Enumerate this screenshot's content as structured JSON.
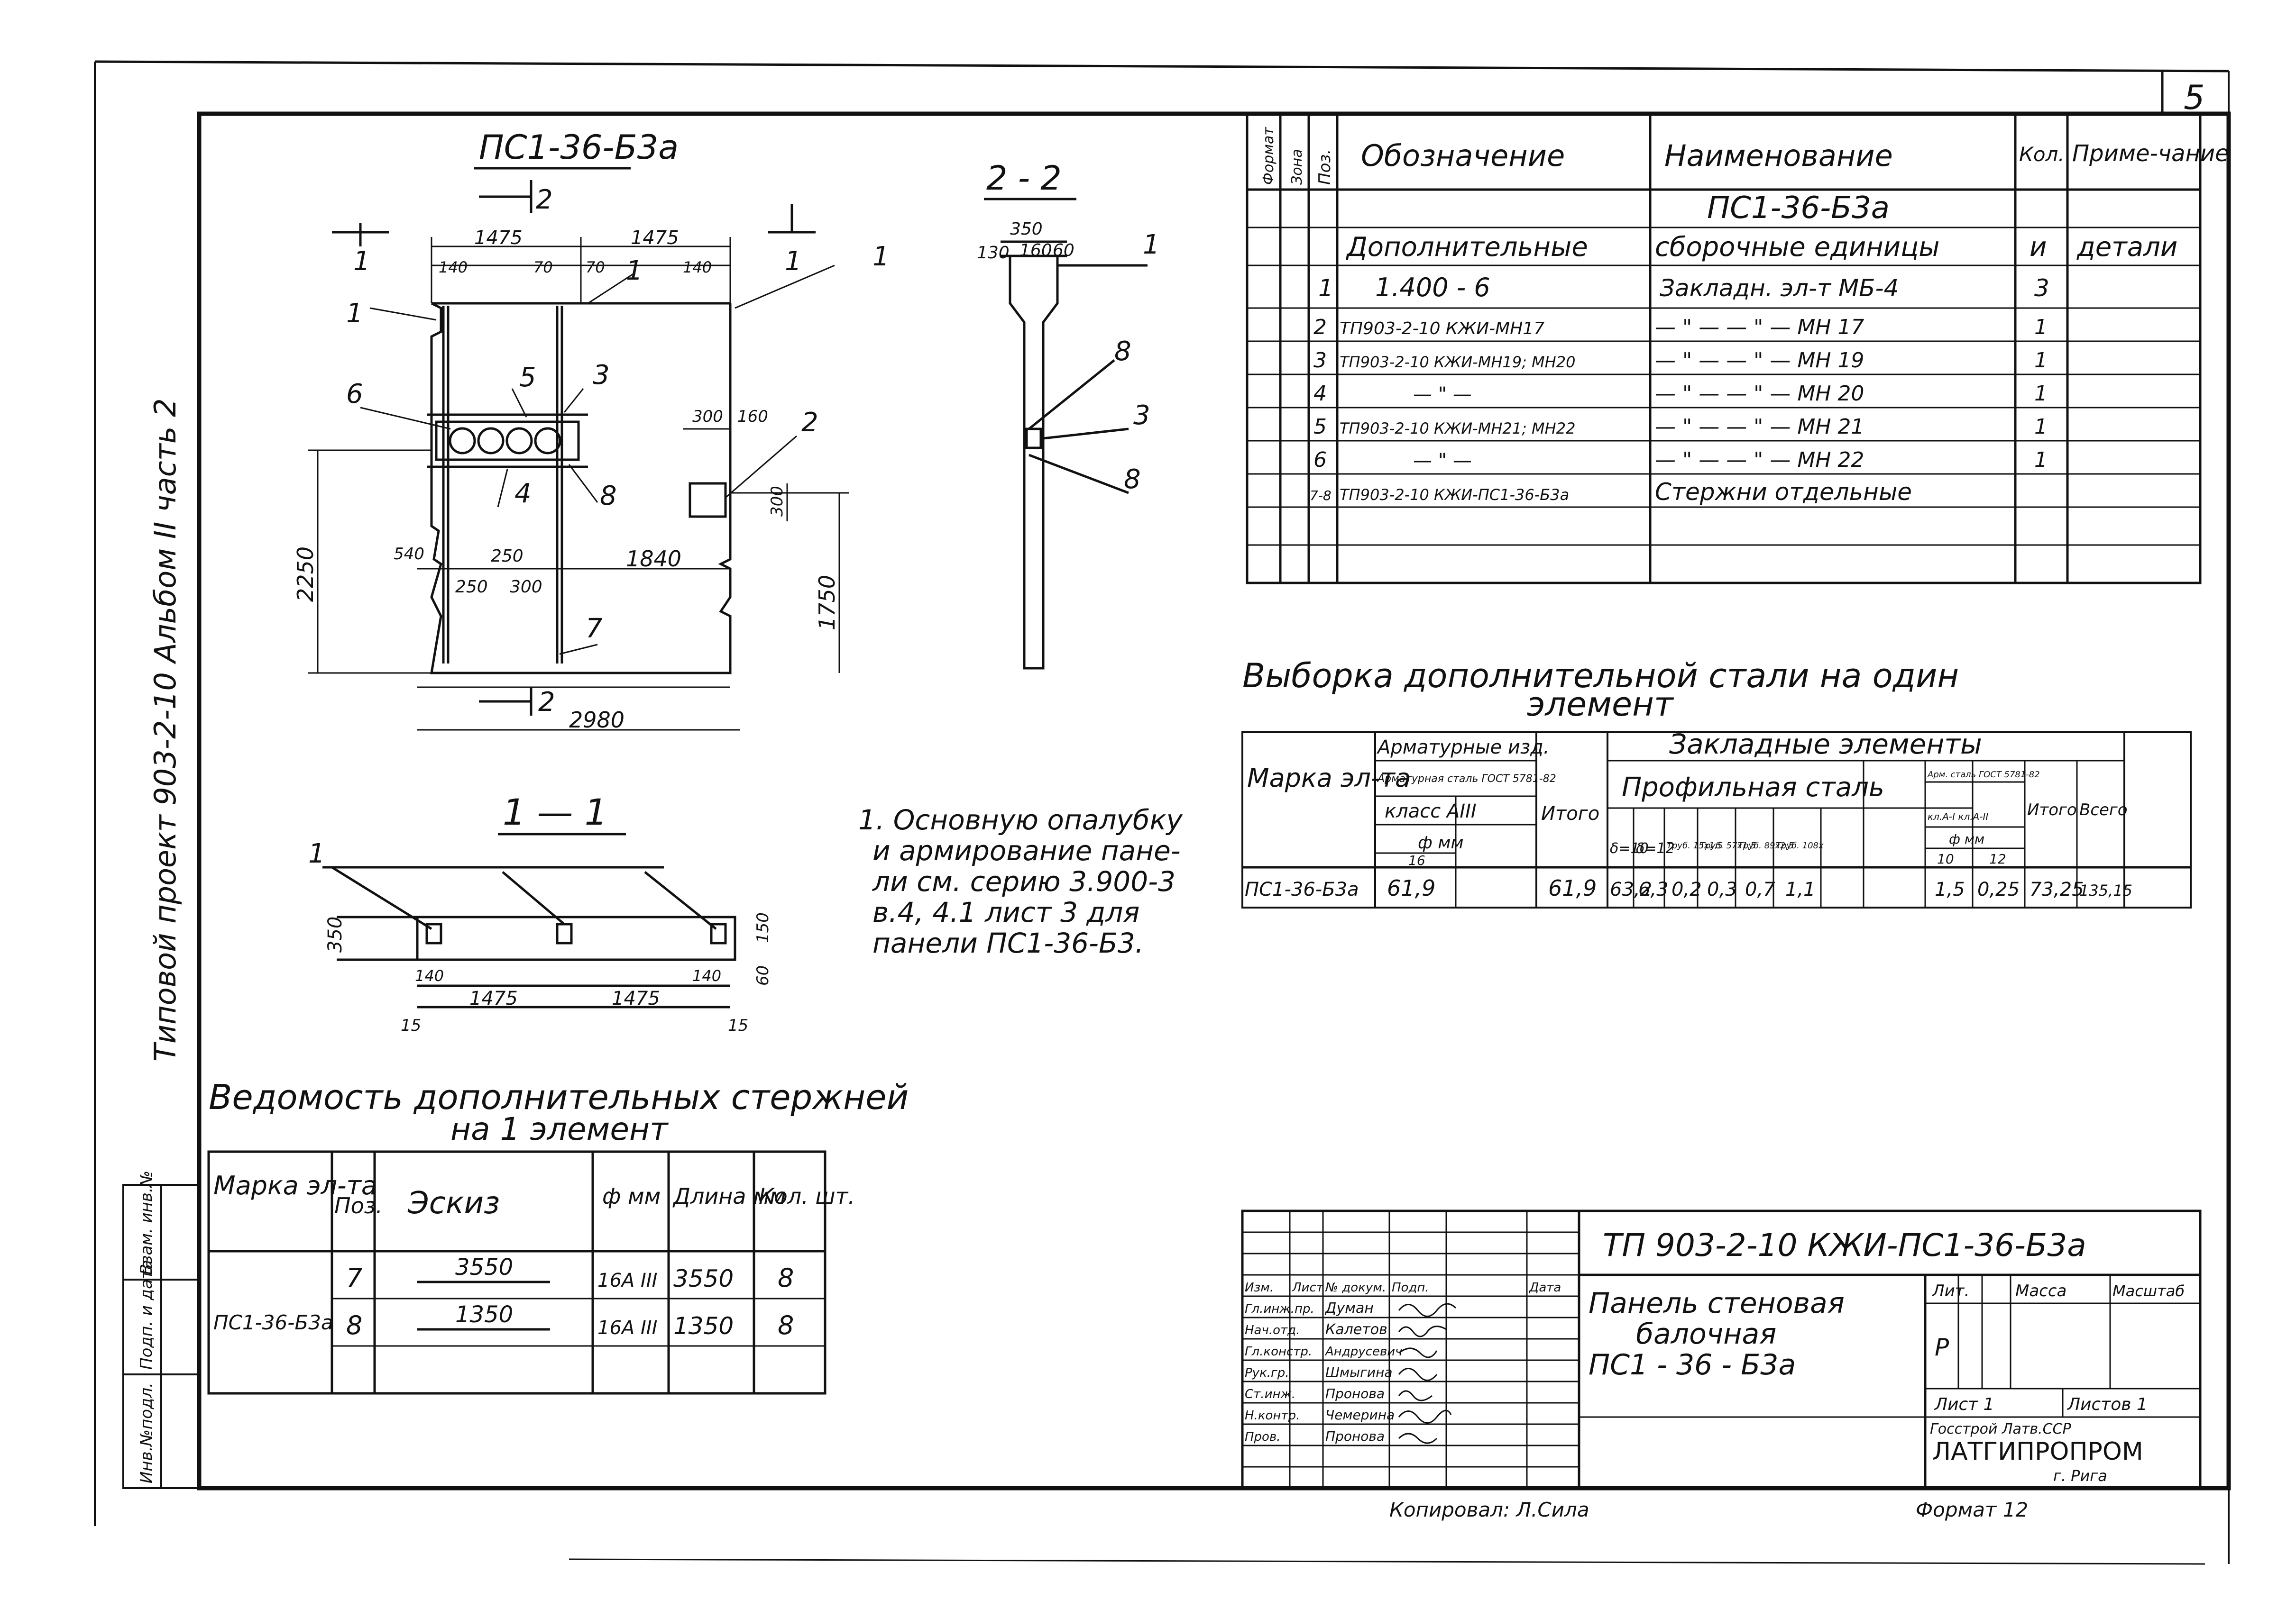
{
  "sheet": {
    "number": "5",
    "side_label": "Типовой проект 903-2-10   Альбом II часть 2",
    "side_stamp": [
      "Инв.№подл.",
      "Подп. и дата",
      "Взам. инв.№"
    ]
  },
  "drawing_main": {
    "title": "ПС1-36-Б3а",
    "section_mark": "2",
    "cut_mark": "1",
    "dims": [
      "1475",
      "1475",
      "140",
      "70",
      "70",
      "140",
      "2250",
      "1840",
      "1750",
      "2980",
      "250",
      "250",
      "300",
      "300",
      "160",
      "300",
      "540"
    ],
    "pos_labels": [
      "1",
      "1",
      "1",
      "2",
      "3",
      "4",
      "5",
      "6",
      "7",
      "8"
    ]
  },
  "drawing_section_22": {
    "title": "2 - 2",
    "dims": [
      "350",
      "130",
      "160",
      "60"
    ],
    "pos_labels": [
      "1",
      "8",
      "3",
      "8"
    ]
  },
  "drawing_section_11": {
    "title": "1 — 1",
    "dims": [
      "350",
      "140",
      "1475",
      "1475",
      "140",
      "15",
      "15",
      "150",
      "60"
    ],
    "pos_labels": [
      "1"
    ]
  },
  "note": [
    "1. Основную опалубку",
    "и армирование пане-",
    "ли см. серию 3.900-3",
    "в.4, 4.1 лист 3 для",
    "панели ПС1-36-Б3."
  ],
  "spec_table": {
    "headers": [
      "Формат",
      "Зона",
      "Поз.",
      "Обозначение",
      "Наименование",
      "Кол.",
      "Приме-чание"
    ],
    "title_row": "ПС1-36-Б3а",
    "group_row": [
      "Дополнительные",
      "сборочные единицы",
      "и",
      "детали"
    ],
    "rows": [
      {
        "pos": "1",
        "designation": "1.400 - 6",
        "name": "Закладн. эл-т  МБ-4",
        "qty": "3"
      },
      {
        "pos": "2",
        "designation": "ТП903-2-10   КЖИ-МН17",
        "name": "— \" —  — \" —   МН 17",
        "qty": "1"
      },
      {
        "pos": "3",
        "designation": "ТП903-2-10  КЖИ-МН19; МН20",
        "name": "— \" —  — \" —   МН 19",
        "qty": "1"
      },
      {
        "pos": "4",
        "designation": "— \" —",
        "name": "— \" —  — \" —   МН 20",
        "qty": "1"
      },
      {
        "pos": "5",
        "designation": "ТП903-2-10  КЖИ-МН21; МН22",
        "name": "— \" —  — \" —   МН 21",
        "qty": "1"
      },
      {
        "pos": "6",
        "designation": "— \" —",
        "name": "— \" —  — \" —   МН 22",
        "qty": "1"
      },
      {
        "pos": "7-8",
        "designation": "ТП903-2-10  КЖИ-ПС1-36-Б3а",
        "name": "Стержни отдельные",
        "qty": ""
      }
    ]
  },
  "steel_table": {
    "title_line1": "Выборка дополнительной стали на один",
    "title_line2": "элемент",
    "h_mark": "Марка эл-та",
    "h_arm": "Арматурные изд.",
    "h_arm_sub": "Арматурная сталь ГОСТ 5781-82",
    "h_class": "класс АIII",
    "h_diam": "ф мм",
    "h_16": "16",
    "h_total": "Итого",
    "h_embed": "Закладные элементы",
    "h_profile": "Профильная сталь",
    "h_cols": [
      "δ=10",
      "δ=12",
      "Труб. 15х1,5",
      "Труб. 57х1,5",
      "Труб. 89х2,5",
      "Труб. 108х"
    ],
    "h_mesh": "Арм. сталь ГОСТ 5781-82",
    "h_mesh_cls": "кл.А-I  кл.А-II",
    "h_mesh_d": "ф мм",
    "h_mesh_d1": "10",
    "h_mesh_d2": "12",
    "h_total2": "Итого",
    "h_all": "Всего",
    "row": {
      "mark": "ПС1-36-Б3а",
      "a16": "61,9",
      "total1": "61,9",
      "d10": "63,2",
      "d12": "6,3",
      "t15": "0,2",
      "t57": "0,3",
      "t89": "0,7",
      "t108": "1,1",
      "m10": "1,5",
      "m12": "0,25",
      "total2": "73,25",
      "all": "135,15"
    }
  },
  "rods_table": {
    "title_line1": "Ведомость дополнительных стержней",
    "title_line2": "на 1 элемент",
    "headers": [
      "Марка эл-та",
      "Поз.",
      "Эскиз",
      "ф мм",
      "Длина мм",
      "Кол. шт."
    ],
    "mark": "ПС1-36-Б3а",
    "rows": [
      {
        "pos": "7",
        "sketch": "3550",
        "diam": "16А III",
        "length": "3550",
        "qty": "8"
      },
      {
        "pos": "8",
        "sketch": "1350",
        "diam": "16А III",
        "length": "1350",
        "qty": "8"
      }
    ]
  },
  "title_block": {
    "code": "ТП 903-2-10   КЖИ-ПС1-36-Б3а",
    "name_line1": "Панель стеновая",
    "name_line2": "балочная",
    "name_line3": "ПС1 - 36 - Б3а",
    "cols": [
      "Изм.",
      "Лист",
      "№ докум.",
      "Подп.",
      "Дата"
    ],
    "roles": [
      "Гл.инж.пр.",
      "Нач.отд.",
      "Гл.констр.",
      "Рук.гр.",
      "Ст.инж.",
      "Н.контр.",
      "Пров."
    ],
    "names": [
      "Думан",
      "Калетов",
      "Андрусевич",
      "Шмыгина",
      "Пронова",
      "Чемерина",
      "Пронова"
    ],
    "stage_h": "Лит.",
    "mass_h": "Масса",
    "scale_h": "Масштаб",
    "stage": "Р",
    "sheet": "Лист 1",
    "sheets": "Листов 1",
    "org1": "Госстрой Латв.ССР",
    "org2": "ЛАТГИПРОПРОМ",
    "org3": "г. Рига",
    "copied": "Копировал: Л.Сила",
    "format": "Формат 12"
  }
}
